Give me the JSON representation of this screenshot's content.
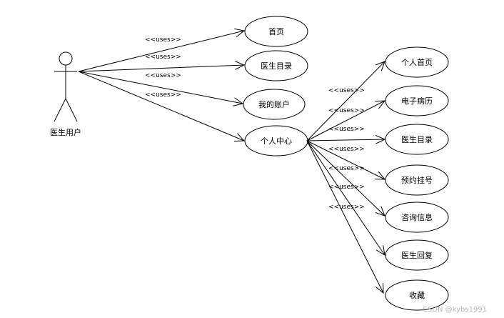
{
  "actor": {
    "label": "医生用户"
  },
  "stereotype": "<<uses>>",
  "left_use_cases": [
    "首页",
    "医生目录",
    "我的账户",
    "个人中心"
  ],
  "right_use_cases": [
    "个人首页",
    "电子病历",
    "医生目录",
    "预约挂号",
    "咨询信息",
    "医生回复",
    "收藏"
  ],
  "watermark": "CSDN @kybs1991"
}
